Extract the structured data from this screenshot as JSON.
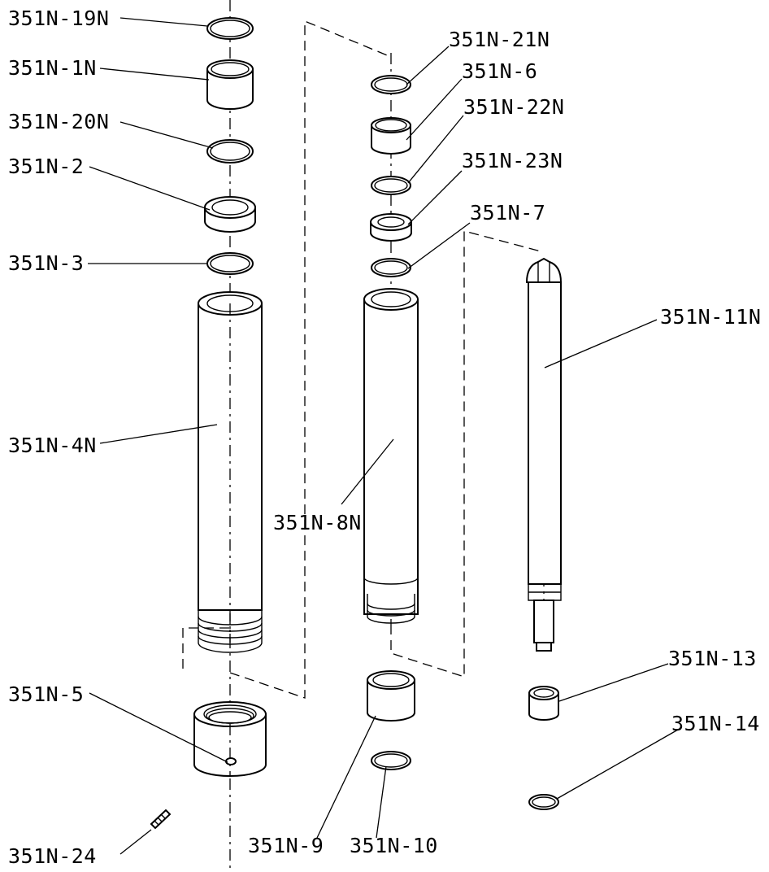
{
  "parts": {
    "p19": "351N-19N",
    "p1": "351N-1N",
    "p20": "351N-20N",
    "p2": "351N-2",
    "p3": "351N-3",
    "p4": "351N-4N",
    "p5": "351N-5",
    "p24": "351N-24",
    "p21": "351N-21N",
    "p6": "351N-6",
    "p22": "351N-22N",
    "p23": "351N-23N",
    "p7": "351N-7",
    "p8": "351N-8N",
    "p9": "351N-9",
    "p10": "351N-10",
    "p11": "351N-11N",
    "p13": "351N-13",
    "p14": "351N-14"
  }
}
